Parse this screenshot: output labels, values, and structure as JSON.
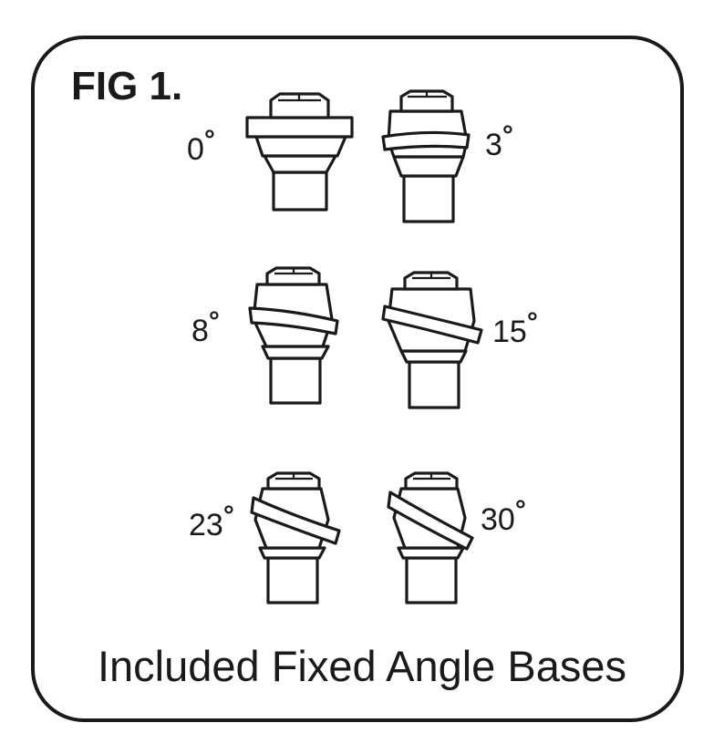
{
  "figure": {
    "title": "FIG 1.",
    "caption": "Included Fixed Angle Bases",
    "degree_symbol": "°",
    "bases": [
      {
        "angle": "0"
      },
      {
        "angle": "3"
      },
      {
        "angle": "8"
      },
      {
        "angle": "15"
      },
      {
        "angle": "23"
      },
      {
        "angle": "30"
      }
    ]
  }
}
